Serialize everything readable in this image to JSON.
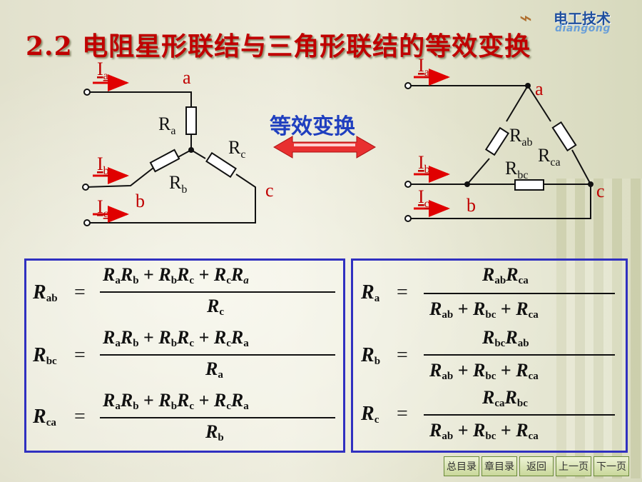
{
  "title": "2.2  电阻星形联结与三角形联结的等效变换",
  "logo": {
    "cn": "电工技术",
    "en": "diangong"
  },
  "center_label": "等效变换",
  "star": {
    "currents": [
      "I",
      "I",
      "I"
    ],
    "current_subs": [
      "a",
      "b",
      "c"
    ],
    "nodes": [
      "a",
      "b",
      "c"
    ],
    "resistors": [
      "R",
      "R",
      "R"
    ],
    "resistor_subs": [
      "a",
      "b",
      "c"
    ]
  },
  "delta": {
    "currents": [
      "I",
      "I",
      "I"
    ],
    "current_subs": [
      "a",
      "b",
      "c"
    ],
    "nodes": [
      "a",
      "b",
      "c"
    ],
    "resistors": [
      "R",
      "R",
      "R"
    ],
    "resistor_subs": [
      "ab",
      "ca",
      "bc"
    ]
  },
  "formulas_left": [
    {
      "lhs": "R",
      "lhs_sub": "ab",
      "num": "RaRb + RbRc + RcRa",
      "den": "R",
      "den_sub": "c"
    },
    {
      "lhs": "R",
      "lhs_sub": "bc",
      "num": "RaRb + RbRc + RcRa",
      "den": "R",
      "den_sub": "a"
    },
    {
      "lhs": "R",
      "lhs_sub": "ca",
      "num": "RaRb + RbRc + RcRa",
      "den": "R",
      "den_sub": "b"
    }
  ],
  "formulas_right": [
    {
      "lhs": "R",
      "lhs_sub": "a",
      "num": "RabRca",
      "den": "Rab + Rbc + Rca"
    },
    {
      "lhs": "R",
      "lhs_sub": "b",
      "num": "RbcRab",
      "den": "Rab + Rbc + Rca"
    },
    {
      "lhs": "R",
      "lhs_sub": "c",
      "num": "RcaRbc",
      "den": "Rab + Rbc + Rca"
    }
  ],
  "nav": [
    "总目录",
    "章目录",
    "返回",
    "上一页",
    "下一页"
  ]
}
